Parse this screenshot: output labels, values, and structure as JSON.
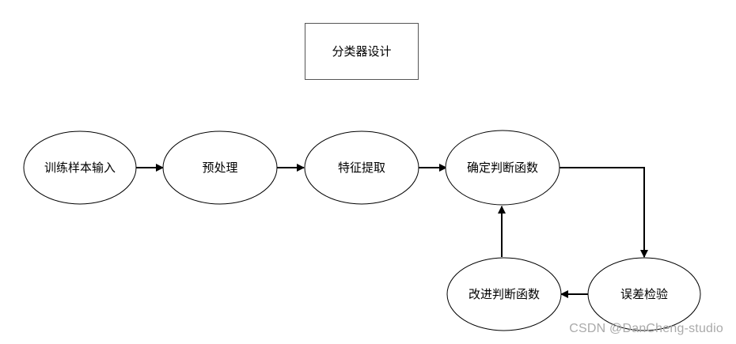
{
  "diagram": {
    "title": "分类器设计",
    "nodes": {
      "training_input": "训练样本输入",
      "preprocess": "预处理",
      "feature_extract": "特征提取",
      "determine_func": "确定判断函数",
      "error_check": "误差检验",
      "improve_func": "改进判断函数"
    },
    "edges": [
      {
        "from": "training_input",
        "to": "preprocess"
      },
      {
        "from": "preprocess",
        "to": "feature_extract"
      },
      {
        "from": "feature_extract",
        "to": "determine_func"
      },
      {
        "from": "determine_func",
        "to": "error_check"
      },
      {
        "from": "error_check",
        "to": "improve_func"
      },
      {
        "from": "improve_func",
        "to": "determine_func"
      }
    ]
  },
  "watermark": "CSDN @DanCheng-studio",
  "colors": {
    "stroke": "#000000",
    "background": "#ffffff",
    "watermark": "#aaaaaa"
  }
}
